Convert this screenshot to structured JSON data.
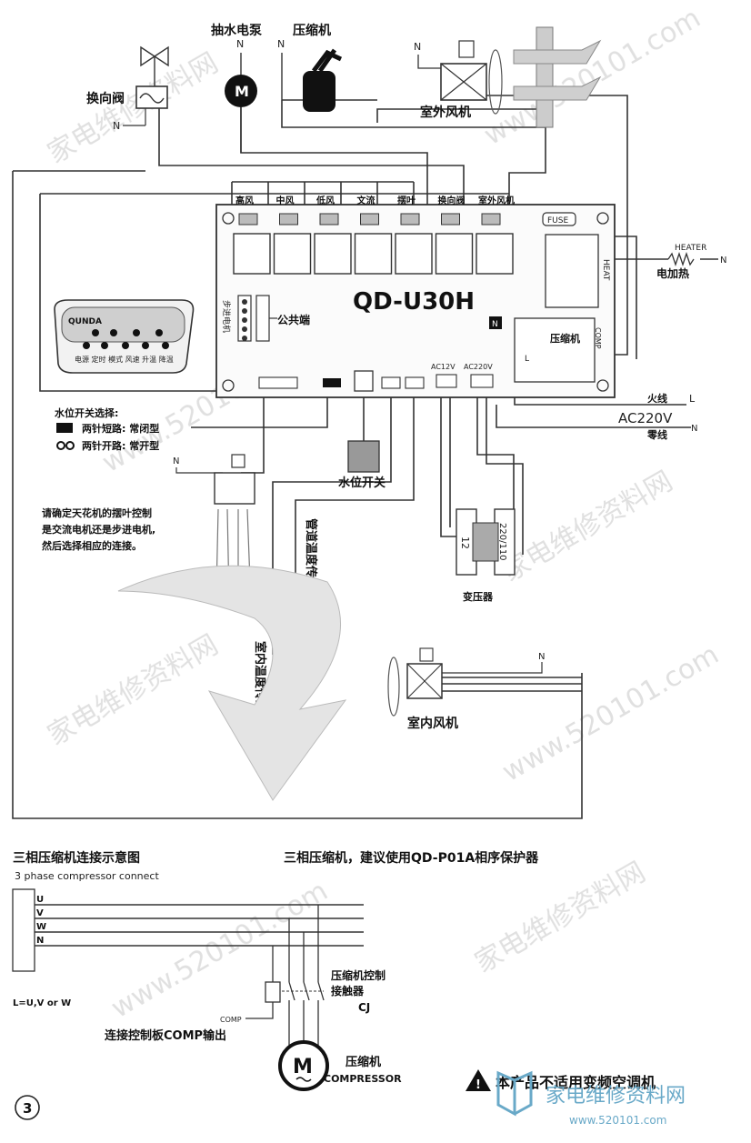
{
  "top_labels": {
    "pump": "抽水电泵",
    "compressor": "压缩机",
    "reversing_valve": "换向阀",
    "outdoor_fan": "室外风机",
    "n": "N",
    "m": "M"
  },
  "board": {
    "model": "QD-U30H",
    "relay_labels": [
      "高风",
      "中风",
      "低风",
      "文流",
      "摆叶",
      "换向阀",
      "室外风机"
    ],
    "fuse": "FUSE",
    "heat": "HEAT",
    "comp": "COMP",
    "compressor": "压缩机",
    "step_motor": "步进电机",
    "common": "公共端",
    "ac12v": "AC12V",
    "ac220v": "AC220V",
    "n_mark": "N",
    "l_mark": "L"
  },
  "right_labels": {
    "heater": "HEATER",
    "electric_heat": "电加热",
    "n": "N",
    "live": "火线",
    "l": "L",
    "ac220v": "AC220V",
    "neutral": "零线"
  },
  "remote": {
    "brand": "QUNDA",
    "buttons": "电源  定时  模式  风速  升温  降温"
  },
  "water_switch_select": {
    "title": "水位开关选择:",
    "row1": "两针短路:  常闭型",
    "row2": "两针开路:  常开型"
  },
  "note": {
    "line1": "请确定天花机的摆叶控制",
    "line2": "是交流电机还是步进电机,",
    "line3": "然后选择相应的连接。"
  },
  "components": {
    "water_switch": "水位开关",
    "pipe_sensor": "管道温度传感器",
    "indoor_sensor": "室内温度传感器",
    "transformer": "变压器",
    "trans_12": "12",
    "trans_220": "220/110",
    "indoor_fan": "室内风机",
    "n": "N"
  },
  "three_phase": {
    "title_cn": "三相压缩机连接示意图",
    "title_en": "3 phase compressor connect",
    "recommend": "三相压缩机，建议使用QD-P01A相序保护器",
    "lines": [
      "U",
      "V",
      "W",
      "N"
    ],
    "l_def": "L=U,V or W",
    "contactor_l1": "压缩机控制",
    "contactor_l2": "接触器",
    "cj": "CJ",
    "comp_label": "COMP",
    "connect_text": "连接控制板COMP输出",
    "motor_cn": "压缩机",
    "motor_en": "COMPRESSOR"
  },
  "warning": "本产品不适用变频空调机",
  "page_number": "3",
  "watermarks": {
    "mark1": "家电维修资料网",
    "mark2": "www.520101.com",
    "site_cn": "家电维修资料网",
    "site_url": "www.520101.com"
  }
}
